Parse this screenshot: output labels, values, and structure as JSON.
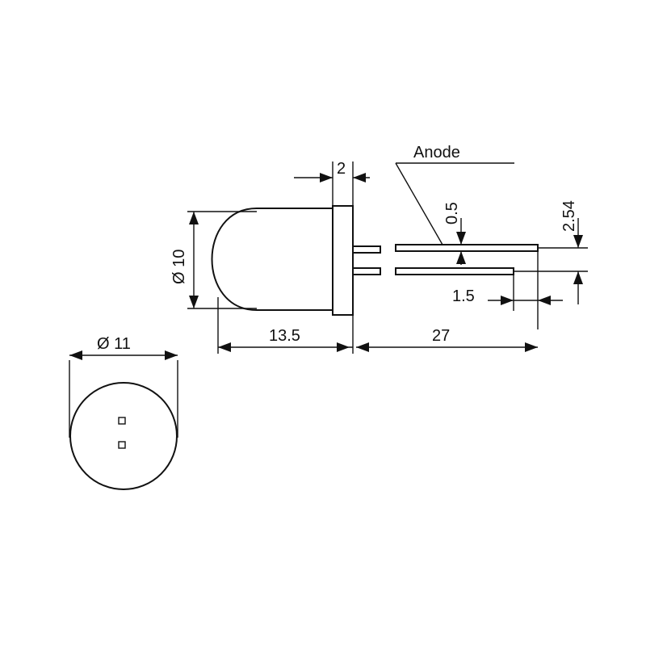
{
  "labels": {
    "anode": "Anode",
    "flange_width": "2",
    "lead_thickness": "0.5",
    "lead_spacing": "2.54",
    "diameter_10": "Ø 10",
    "diameter_11": "Ø 11",
    "body_length": "13.5",
    "lead_length": "27",
    "lead_offset": "1.5"
  }
}
